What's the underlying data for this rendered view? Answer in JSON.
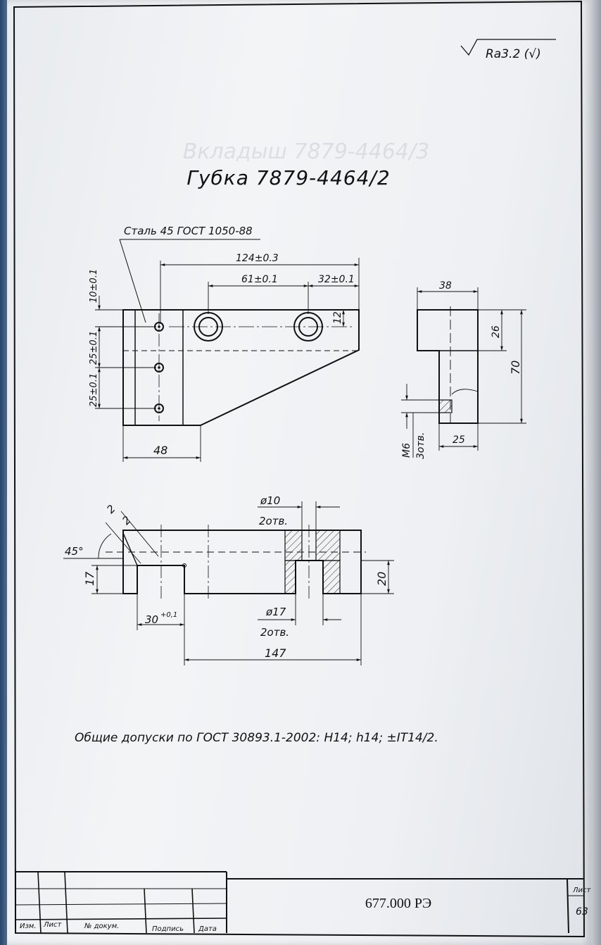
{
  "roughness": "Ra3.2 (√)",
  "part_title": "Губка 7879-4464/2",
  "material_note": "Сталь 45 ГОСТ 1050-88",
  "dimensions": {
    "d124": "124±0.3",
    "d61": "61±0.1",
    "d32": "32±0.1",
    "d12": "12",
    "d10": "10±0.1",
    "d25a": "25±0.1",
    "d25b": "25±0.1",
    "d48": "48",
    "d38": "38",
    "d26": "26",
    "d70": "70",
    "d25": "25",
    "thread": "M6",
    "thread_count": "3отв.",
    "angle45": "45°",
    "chamfer_a": "2",
    "chamfer_b": "2",
    "d17h": "17",
    "d30": "30",
    "d30_tol": "+0,1",
    "hole10": "ø10",
    "hole10_count": "2отв.",
    "hole17": "ø17",
    "hole17_count": "2отв.",
    "d20": "20",
    "d147": "147"
  },
  "general_tolerances": "Общие допуски по ГОСТ 30893.1-2002: H14; h14; ±IT14/2.",
  "title_block": {
    "doc_number": "677.000 РЭ",
    "sheet_label": "Лист",
    "sheet_number": "63",
    "col_izm": "Изм.",
    "col_list": "Лист",
    "col_doc": "№ докум.",
    "col_sign": "Подпись",
    "col_date": "Дата"
  },
  "ghost_text": {
    "line1": "Вкладыш 7879-4464/3"
  }
}
